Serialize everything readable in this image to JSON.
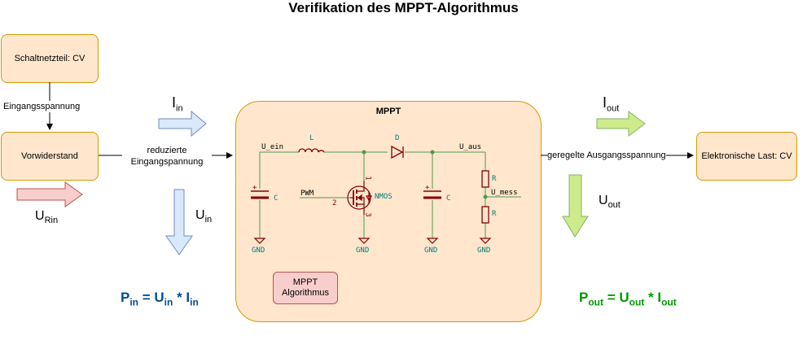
{
  "title": "Verifikation des MPPT-Algorithmus",
  "nodes": {
    "psu": "Schaltnetzteil: CV",
    "resistor": "Vorwiderstand",
    "mppt": "MPPT",
    "algorithm": "MPPT Algorithmus",
    "load": "Elektronische Last: CV"
  },
  "edge_labels": {
    "input_voltage": "Eingangsspannung",
    "reduced_input": "reduzierte Eingangspannung",
    "regulated_output": "geregelte Ausgangsspannung"
  },
  "quantities": {
    "i_in": {
      "base": "I",
      "sub": "in"
    },
    "u_in": {
      "base": "U",
      "sub": "in"
    },
    "u_rin": {
      "base": "U",
      "sub": "Rin"
    },
    "i_out": {
      "base": "I",
      "sub": "out"
    },
    "u_out": {
      "base": "U",
      "sub": "out"
    }
  },
  "formulas": {
    "p_in": {
      "p": "P",
      "p_sub": "in",
      "eq": " = ",
      "u": "U",
      "u_sub": "in",
      "times": " * ",
      "i": "I",
      "i_sub": "in"
    },
    "p_out": {
      "p": "P",
      "p_sub": "out",
      "eq": " = ",
      "u": "U",
      "u_sub": "out",
      "times": " * ",
      "i": "I",
      "i_sub": "out"
    }
  },
  "schematic": {
    "u_ein": "U_ein",
    "inductor": "L",
    "diode": "D",
    "u_aus": "U_aus",
    "cap_in": "C",
    "cap_out": "C",
    "cap_plus": "+",
    "pwm": "PWM",
    "pin2": "2",
    "pin1": "1",
    "pin3": "3",
    "nmos": "NMOS",
    "r_top": "R",
    "r_bottom": "R",
    "u_mess": "U_mess",
    "gnd": "GND"
  },
  "colors": {
    "box_fill": "#ffe6cc",
    "box_stroke": "#d79b00",
    "algo_fill": "#f8cecc",
    "algo_stroke": "#b85450",
    "blue_arrow": "#dae8fc",
    "blue_arrow_stroke": "#6c8ebf",
    "green_arrow": "#d5e8d4",
    "green_fill": "#cdeb8b",
    "green_stroke": "#82b366",
    "red_arrow": "#f8cecc",
    "red_stroke": "#b85450",
    "formula_in": "#004c99",
    "formula_out": "#009900",
    "wire": "#4d9a4d",
    "component": "#840000",
    "label_teal": "#007c7c"
  }
}
